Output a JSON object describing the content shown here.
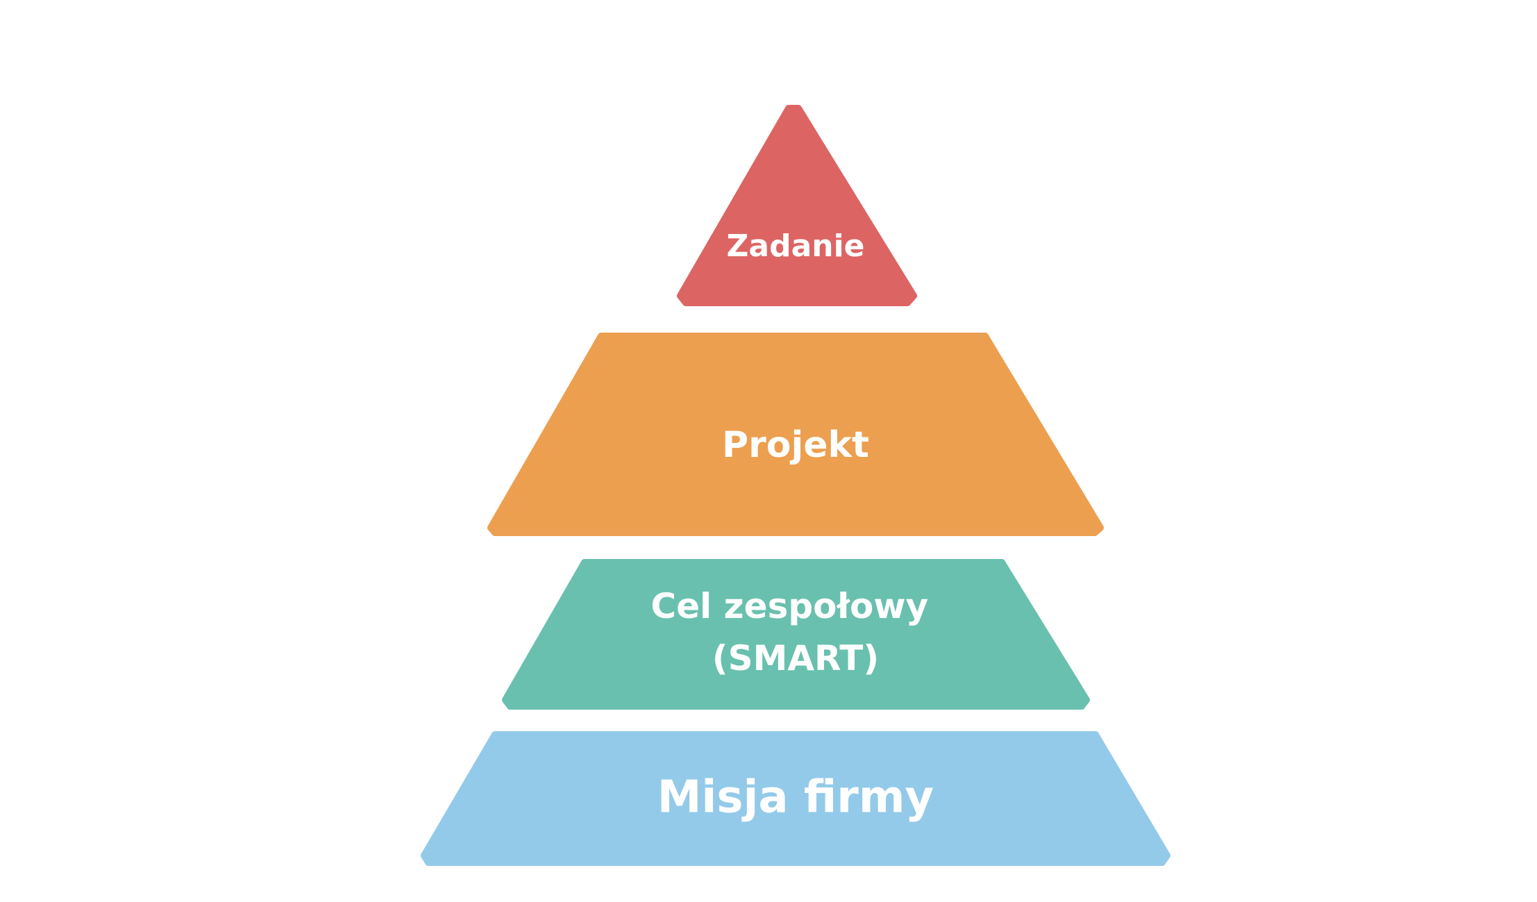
{
  "pyramid": {
    "tiers": [
      {
        "id": "task",
        "lines": [
          "Zadanie"
        ],
        "color": "#DC6564"
      },
      {
        "id": "project",
        "lines": [
          "Projekt"
        ],
        "color": "#EC9F4F"
      },
      {
        "id": "team-goal",
        "lines": [
          "Cel zespołowy",
          "(SMART)"
        ],
        "color": "#69C0AE"
      },
      {
        "id": "mission",
        "lines": [
          "Misja firmy"
        ],
        "color": "#93CAE9"
      }
    ]
  }
}
